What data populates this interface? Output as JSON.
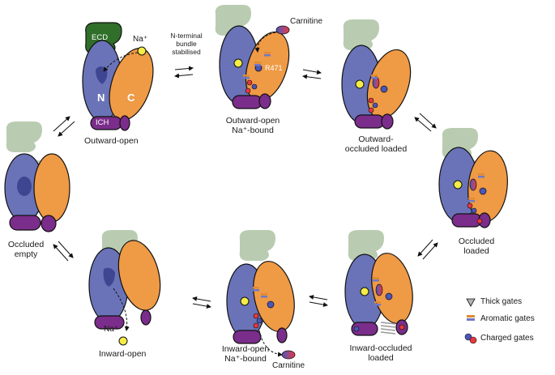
{
  "colors": {
    "n_domain": "#6a73b8",
    "c_domain": "#ef9a45",
    "ich": "#7b2d8b",
    "ecd": "#2f6f2a",
    "ecd_faded": "#b9ccb1",
    "sodium": "#f5ec46",
    "carnitine_pos": "#4a56b8",
    "carnitine_neg": "#e8383d",
    "gate_aromatic_top": "#e08a33",
    "gate_aromatic_bottom": "#7078c8",
    "gate_thick": "#9b9b9b",
    "outline": "#111111"
  },
  "labels": {
    "ecd": "ECD",
    "n": "N",
    "c": "C",
    "ich": "ICH",
    "na": "Na⁺",
    "carnitine": "Carnitine",
    "r471": "R471",
    "nterm": "N-terminal bundle stabilised"
  },
  "states": {
    "outward_open": "Outward-open",
    "outward_open_na": "Outward-open Na⁺-bound",
    "outward_occluded": "Outward-occluded loaded",
    "occluded_loaded": "Occluded loaded",
    "occluded_empty": "Occluded empty",
    "inward_open": "Inward-open",
    "inward_open_na": "Inward-open Na⁺-bound",
    "inward_occluded": "Inward-occluded loaded"
  },
  "legend": {
    "thick": "Thick gates",
    "aromatic": "Aromatic gates",
    "charged": "Charged gates"
  }
}
